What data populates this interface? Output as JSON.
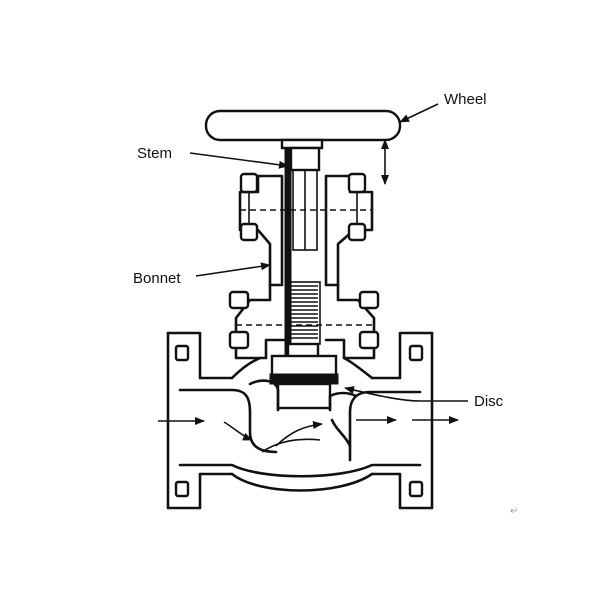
{
  "labels": {
    "wheel": "Wheel",
    "stem": "Stem",
    "bonnet": "Bonnet",
    "disc": "Disc"
  },
  "corner_mark": "↵",
  "colors": {
    "ink": "#111111",
    "background": "#ffffff"
  }
}
